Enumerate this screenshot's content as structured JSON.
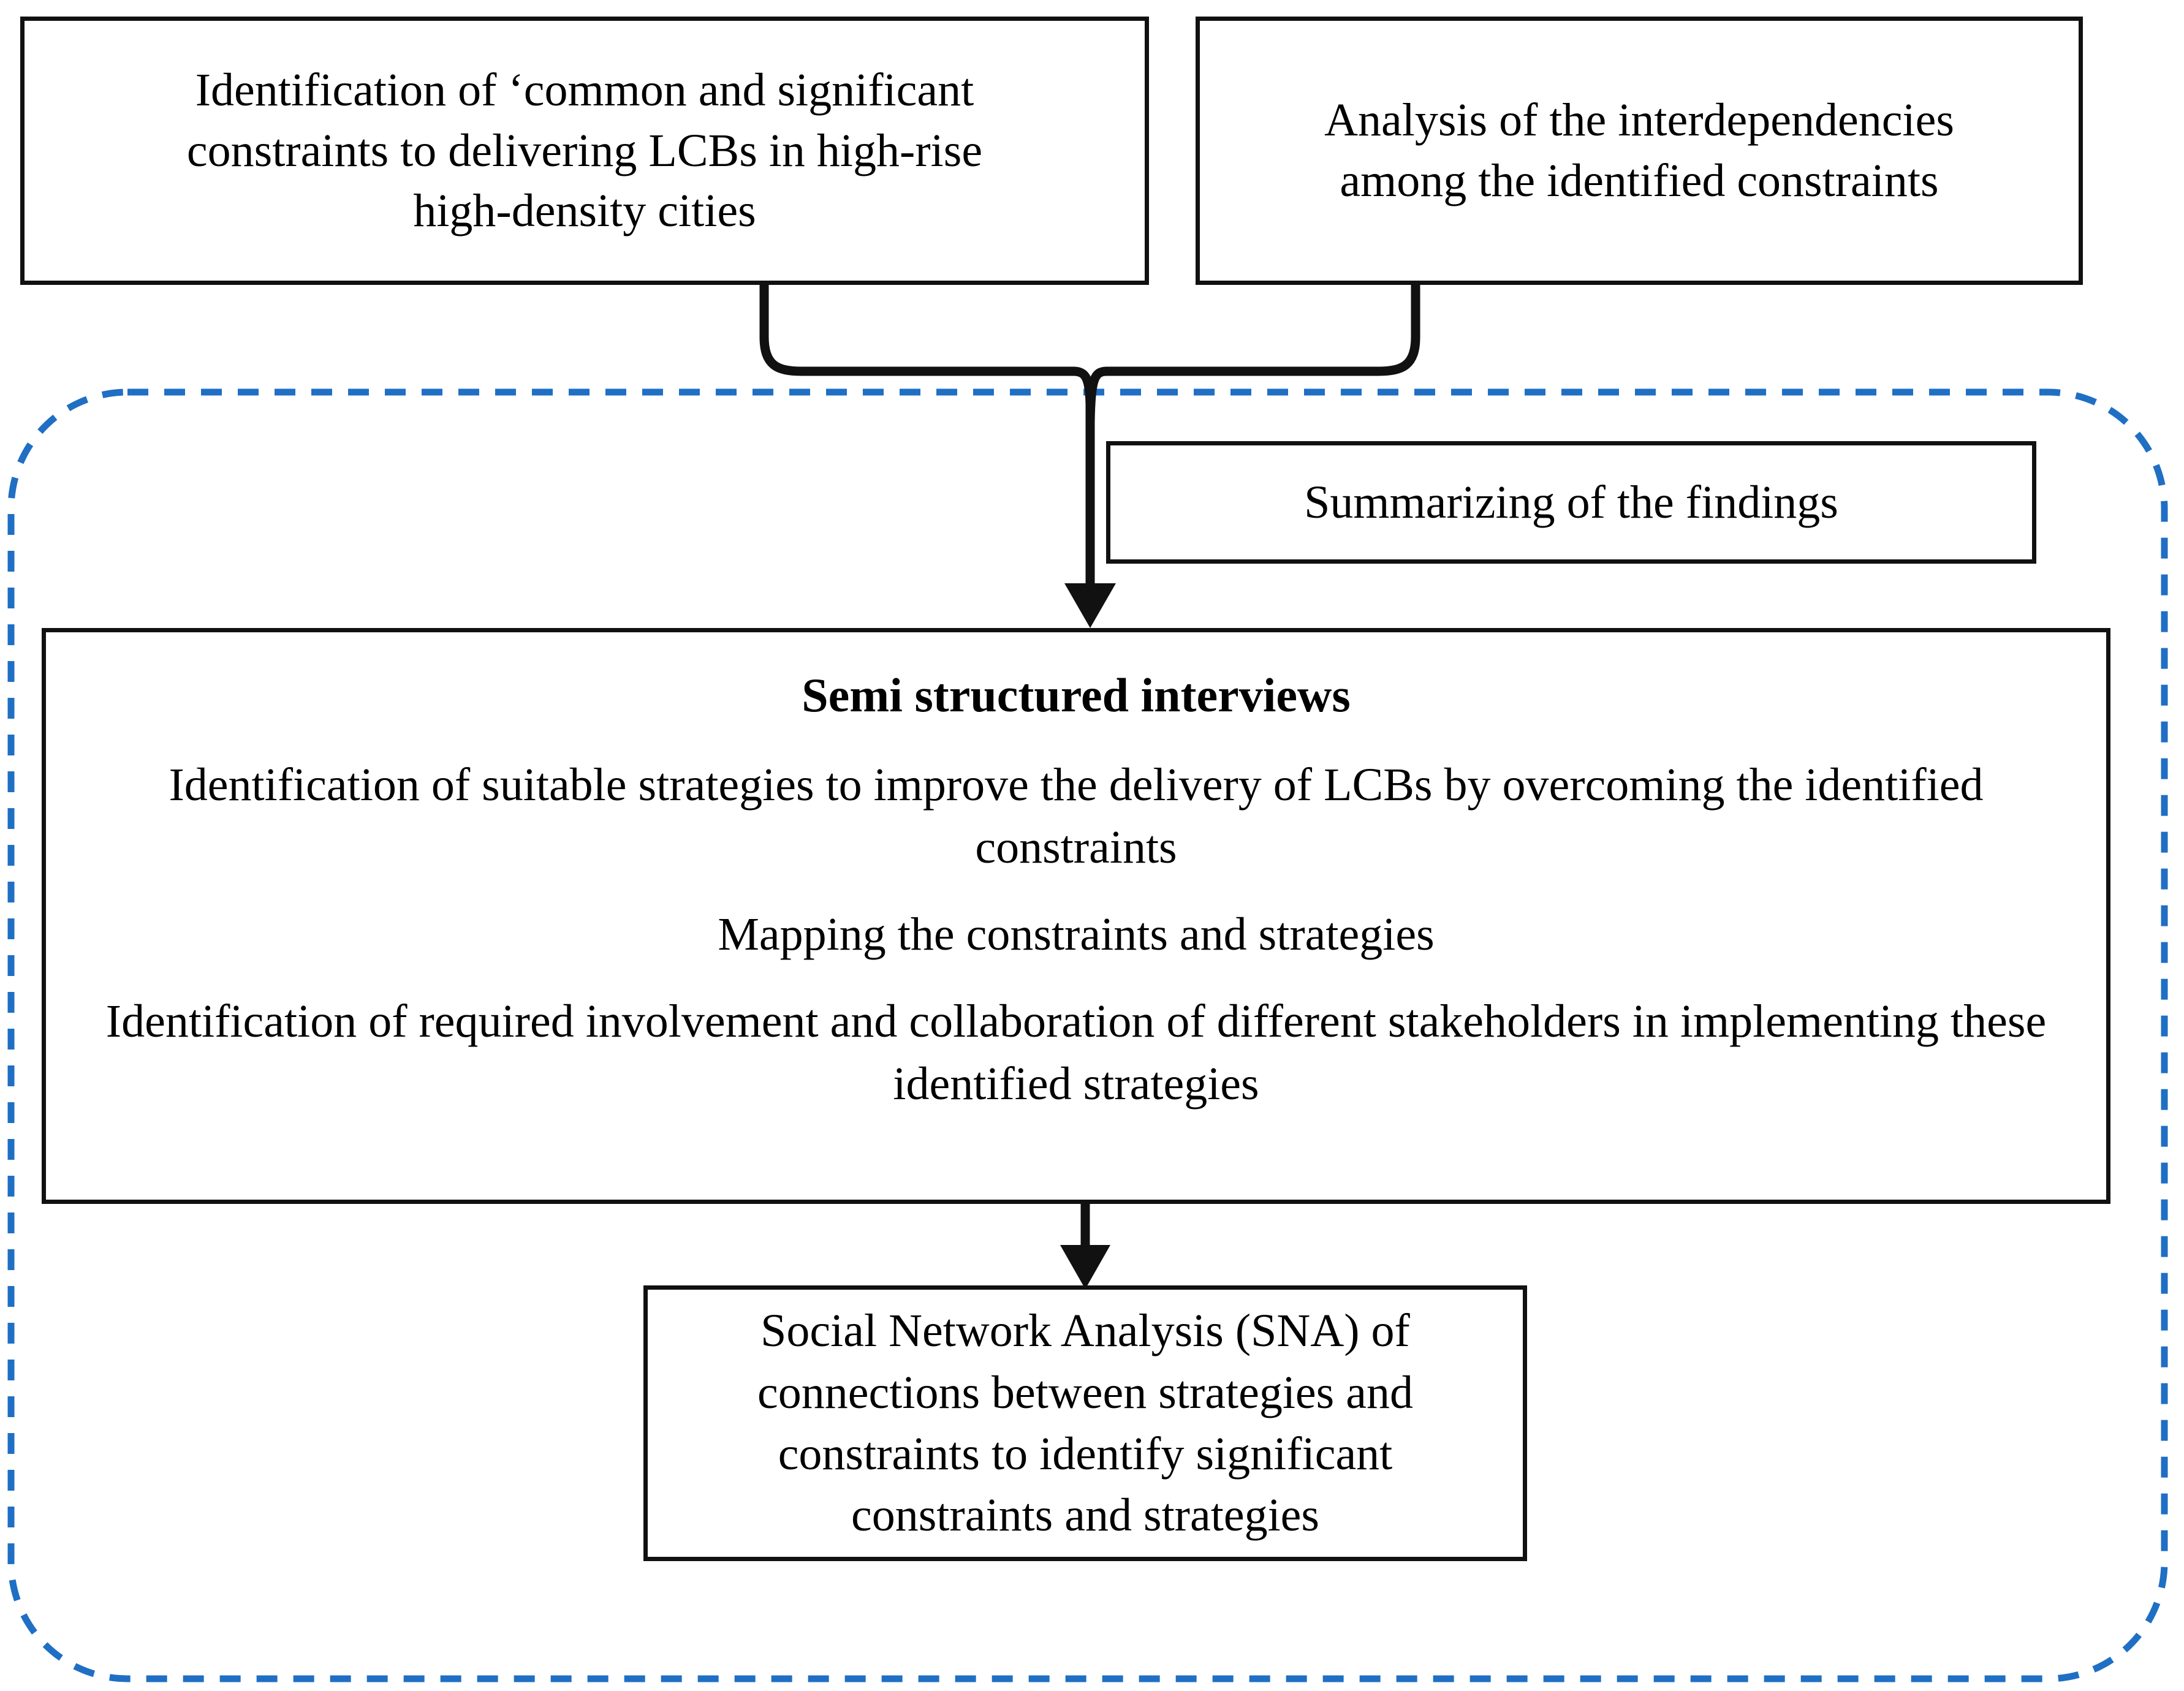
{
  "diagram": {
    "title": "Research methodology flowchart",
    "accent_color": "#1F6FC4",
    "line_color": "#111111",
    "background_color": "#FFFFFF",
    "dashed_group_label": ""
  },
  "boxes": {
    "constraints": {
      "lines": [
        "Identification of ‘common and significant",
        "constraints to delivering LCBs in high-rise",
        "high-density cities"
      ]
    },
    "interdependencies": {
      "lines": [
        "Analysis of the interdependencies",
        "among the identified constraints"
      ]
    },
    "summarizing": {
      "lines": [
        "Summarizing of the findings"
      ]
    },
    "interviews": {
      "heading": "Semi structured interviews",
      "paragraphs": [
        "Identification of suitable strategies to improve the delivery of LCBs by overcoming the identified constraints",
        "Mapping the constraints and strategies",
        "Identification of required involvement and collaboration of different stakeholders in implementing these identified strategies"
      ]
    },
    "sna": {
      "lines": [
        "Social Network Analysis (SNA) of",
        "connections between strategies and",
        "constraints to identify significant",
        "constraints and strategies"
      ]
    }
  },
  "connectors": {
    "brace_to_interviews": "curly-brace-merge-arrow",
    "interviews_to_sna": "down-arrow"
  }
}
